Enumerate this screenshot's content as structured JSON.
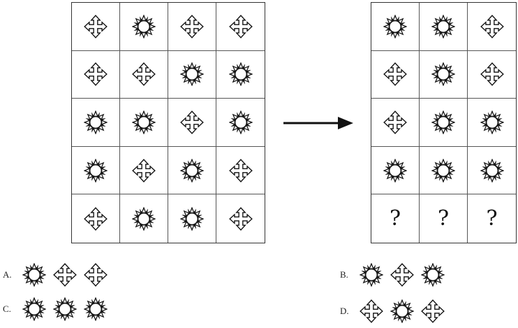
{
  "left_grid": {
    "rows": [
      [
        "cross",
        "sun",
        "cross",
        "cross"
      ],
      [
        "cross",
        "cross",
        "sun",
        "sun"
      ],
      [
        "sun",
        "sun",
        "cross",
        "sun"
      ],
      [
        "sun",
        "cross",
        "sun",
        "cross"
      ],
      [
        "cross",
        "sun",
        "sun",
        "cross"
      ]
    ]
  },
  "right_grid": {
    "rows": [
      [
        "sun",
        "sun",
        "cross"
      ],
      [
        "cross",
        "sun",
        "cross"
      ],
      [
        "cross",
        "sun",
        "sun"
      ],
      [
        "sun",
        "sun",
        "sun"
      ],
      [
        "?",
        "?",
        "?"
      ]
    ]
  },
  "options": [
    {
      "label": "A.",
      "icons": [
        "sun",
        "cross",
        "cross"
      ]
    },
    {
      "label": "B.",
      "icons": [
        "sun",
        "cross",
        "sun"
      ]
    },
    {
      "label": "C.",
      "icons": [
        "sun",
        "sun",
        "sun"
      ]
    },
    {
      "label": "D.",
      "icons": [
        "cross",
        "sun",
        "cross"
      ]
    }
  ],
  "icon_names": {
    "sun": "sun-icon",
    "cross": "four-way-arrow-icon"
  }
}
